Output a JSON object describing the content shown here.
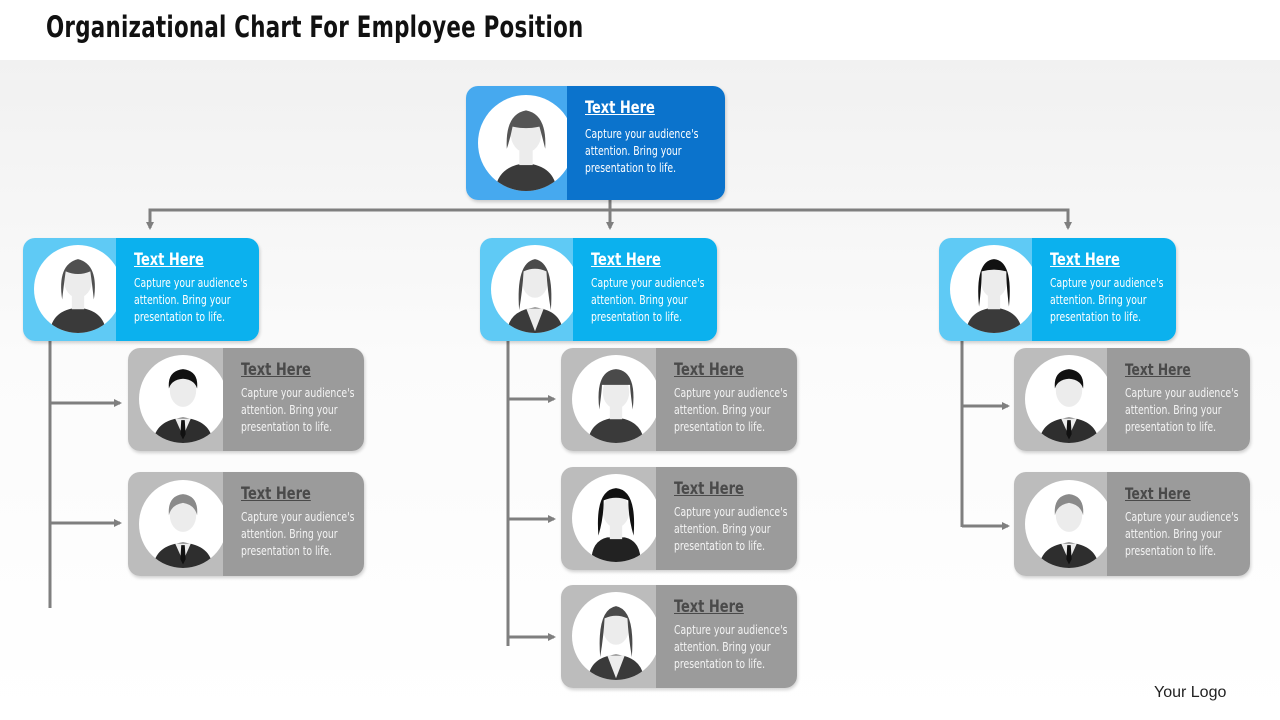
{
  "slide": {
    "title": "Organizational Chart For Employee Position",
    "logo": "Your Logo"
  },
  "colors": {
    "dark_blue": "#0b73cc",
    "bright_blue": "#0bb1ee",
    "gray": "#9b9b9b",
    "connector": "#7f7f7f"
  },
  "nodes": {
    "top": {
      "title": "Text Here",
      "body": "Capture your audience's attention.  Bring your presentation  to life.",
      "icon": "woman-short-hair-icon"
    },
    "left": {
      "title": "Text Here",
      "body": "Capture your audience's attention.  Bring your presentation  to life.",
      "icon": "woman-bob-hair-icon"
    },
    "left_1": {
      "title": "Text Here",
      "body": "Capture your audience's attention.  Bring your presentation  to life.",
      "icon": "man-suit-tie-icon"
    },
    "left_2": {
      "title": "Text Here",
      "body": "Capture your audience's attention.  Bring your presentation  to life.",
      "icon": "gray-haired-man-icon"
    },
    "center": {
      "title": "Text Here",
      "body": "Capture your audience's attention.  Bring your presentation  to life.",
      "icon": "woman-long-hair-blazer-icon"
    },
    "center_1": {
      "title": "Text Here",
      "body": "Capture your audience's attention.  Bring your presentation  to life.",
      "icon": "woman-bangs-icon"
    },
    "center_2": {
      "title": "Text Here",
      "body": "Capture your audience's attention.  Bring your presentation  to life.",
      "icon": "woman-dark-hair-icon"
    },
    "center_3": {
      "title": "Text Here",
      "body": "Capture your audience's attention.  Bring your presentation  to life.",
      "icon": "woman-long-hair-blazer-icon"
    },
    "right": {
      "title": "Text Here",
      "body": "Capture your audience's attention.  Bring your presentation  to life.",
      "icon": "woman-straight-hair-icon"
    },
    "right_1": {
      "title": "Text Here",
      "body": "Capture your audience's attention.  Bring your presentation  to life.",
      "icon": "man-suit-tie-icon"
    },
    "right_2": {
      "title": "Text Here",
      "body": "Capture your audience's attention.  Bring your presentation  to life.",
      "icon": "gray-haired-man-icon"
    }
  }
}
